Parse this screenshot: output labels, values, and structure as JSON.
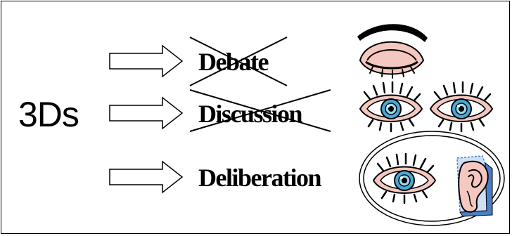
{
  "title": "3Ds",
  "items": [
    {
      "label": "Debate",
      "crossed": true
    },
    {
      "label": "Discussion",
      "crossed": true
    },
    {
      "label": "Deliberation",
      "crossed": false
    }
  ],
  "icons": {
    "row1": [
      "closed-eye-icon"
    ],
    "row2": [
      "open-eye-icon",
      "open-eye-icon"
    ],
    "row3": [
      "open-eye-icon",
      "ear-icon"
    ]
  },
  "colors": {
    "skin": "#f4c8c0",
    "iris": "#4aa9d6",
    "ear_blue": "#4a7fc8",
    "line": "#000000"
  }
}
